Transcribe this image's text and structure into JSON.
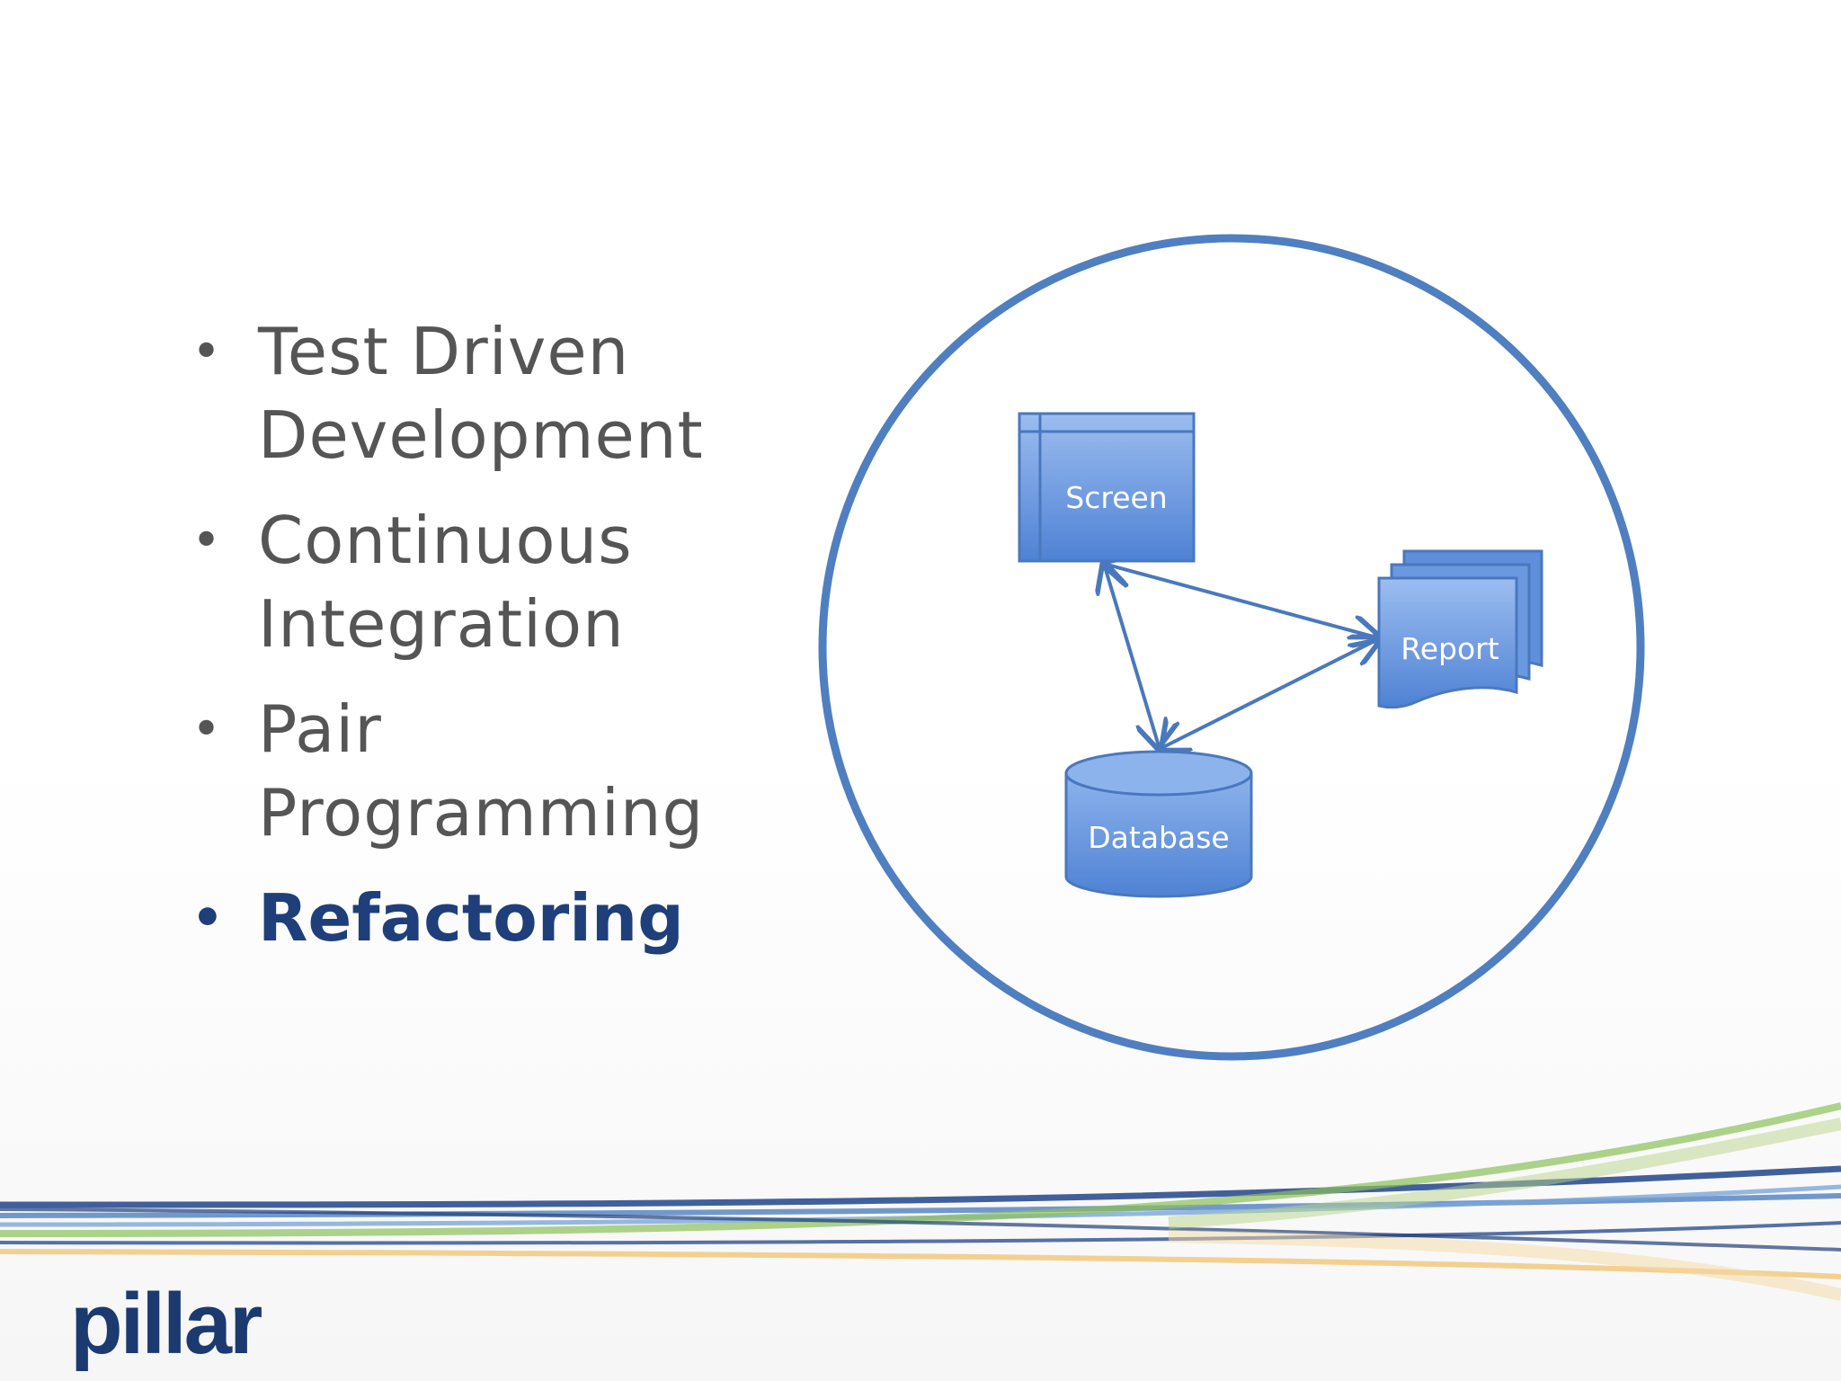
{
  "slide": {
    "bullets": [
      {
        "text": "Test Driven Development",
        "active": false
      },
      {
        "text": "Continuous Integration",
        "active": false
      },
      {
        "text": "Pair Programming",
        "active": false
      },
      {
        "text": "Refactoring",
        "active": true
      }
    ]
  },
  "diagram": {
    "nodes": {
      "screen": "Screen",
      "report": "Report",
      "database": "Database"
    }
  },
  "branding": {
    "logo_text": "pillar"
  },
  "colors": {
    "circle_stroke": "#4f7fc0",
    "node_fill": "#5d8fdc",
    "node_stroke": "#4a78bd",
    "active_bullet": "#1f3f7a",
    "body_text": "#555555"
  }
}
